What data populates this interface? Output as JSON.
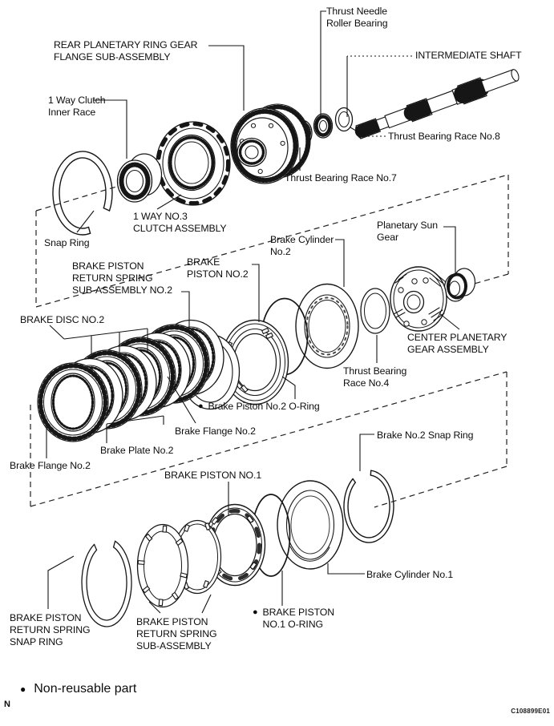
{
  "figure": {
    "page_marker": "N",
    "figure_code": "C108899E01",
    "footnote": {
      "bullet": "●",
      "text": "Non-reusable part"
    }
  },
  "labels": {
    "thrust_needle_roller_bearing": {
      "lines": [
        "Thrust Needle",
        "Roller Bearing"
      ]
    },
    "rear_planetary_ring_gear": {
      "lines": [
        "REAR PLANETARY RING GEAR",
        "FLANGE SUB-ASSEMBLY"
      ]
    },
    "intermediate_shaft": {
      "lines": [
        "INTERMEDIATE SHAFT"
      ]
    },
    "one_way_clutch_inner_race": {
      "lines": [
        "1 Way Clutch",
        "Inner Race"
      ]
    },
    "thrust_bearing_race_no8": {
      "lines": [
        "Thrust Bearing Race No.8"
      ]
    },
    "thrust_bearing_race_no7": {
      "lines": [
        "Thrust Bearing Race No.7"
      ]
    },
    "one_way_no3_clutch_assembly": {
      "lines": [
        "1 WAY NO.3",
        "CLUTCH ASSEMBLY"
      ]
    },
    "snap_ring": {
      "lines": [
        "Snap Ring"
      ]
    },
    "brake_cylinder_no2": {
      "lines": [
        "Brake Cylinder",
        "No.2"
      ]
    },
    "planetary_sun_gear": {
      "lines": [
        "Planetary Sun",
        "Gear"
      ]
    },
    "brake_piston_return_spring_sub_assembly_no2": {
      "lines": [
        "BRAKE PISTON",
        "RETURN SPRING",
        "SUB-ASSEMBLY NO.2"
      ]
    },
    "brake_piston_no2": {
      "lines": [
        "BRAKE",
        "PISTON NO.2"
      ]
    },
    "brake_disc_no2": {
      "lines": [
        "BRAKE DISC NO.2"
      ]
    },
    "center_planetary_gear_assembly": {
      "lines": [
        "CENTER PLANETARY",
        "GEAR ASSEMBLY"
      ]
    },
    "thrust_bearing_race_no4": {
      "lines": [
        "Thrust Bearing",
        "Race No.4"
      ]
    },
    "brake_piston_no2_oring": {
      "bullet": "●",
      "lines": [
        "Brake Piston No.2 O-Ring"
      ]
    },
    "brake_flange_no2_right": {
      "lines": [
        "Brake Flange No.2"
      ]
    },
    "brake_plate_no2": {
      "lines": [
        "Brake Plate No.2"
      ]
    },
    "brake_flange_no2_left": {
      "lines": [
        "Brake Flange No.2"
      ]
    },
    "brake_no2_snap_ring": {
      "lines": [
        "Brake No.2 Snap Ring"
      ]
    },
    "brake_piston_no1": {
      "lines": [
        "BRAKE PISTON NO.1"
      ]
    },
    "brake_cylinder_no1": {
      "lines": [
        "Brake Cylinder No.1"
      ]
    },
    "brake_piston_return_spring_snap_ring": {
      "lines": [
        "BRAKE PISTON",
        "RETURN SPRING",
        "SNAP RING"
      ]
    },
    "brake_piston_return_spring_sub_assembly": {
      "lines": [
        "BRAKE PISTON",
        "RETURN SPRING",
        "SUB-ASSEMBLY"
      ]
    },
    "brake_piston_no1_oring": {
      "bullet": "●",
      "lines": [
        "BRAKE PISTON",
        "NO.1 O-RING"
      ]
    }
  }
}
